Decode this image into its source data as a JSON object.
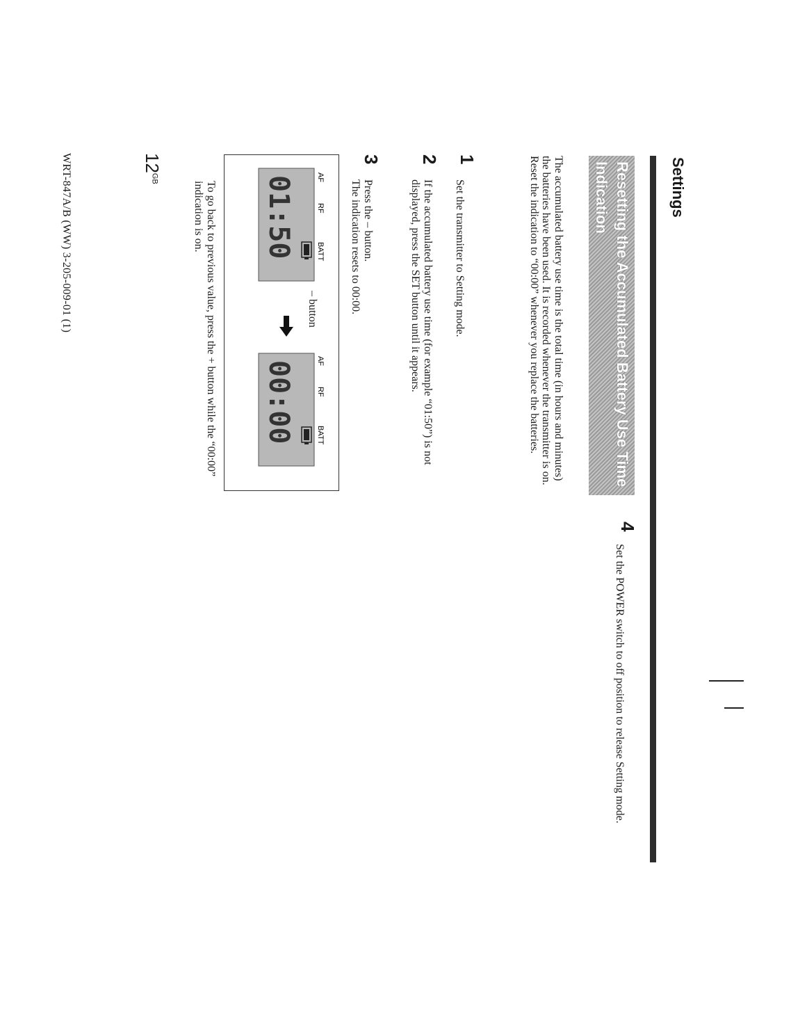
{
  "section": "Settings",
  "heading": "Resetting the Accumulated Battery Use Time Indication",
  "intro": "The accumulated battery use time is the total time (in hours and minutes) the batteries have been used. It is recorded whenever the transmitter is on. Reset the indication to “00:00” whenever you replace the batteries.",
  "steps": [
    {
      "num": "1",
      "text": "Set the transmitter to Setting  mode."
    },
    {
      "num": "2",
      "text": "If the accumulated battery use time (for example “01:50”) is not displayed, press the SET button until it appears."
    },
    {
      "num": "3",
      "text": "Press the – button.",
      "subtext": "The indication resets to 00:00."
    },
    {
      "num": "4",
      "text": "Set the POWER switch to off position to release Setting mode."
    }
  ],
  "figure": {
    "button_label": "– button",
    "before": {
      "labels": [
        "AF",
        "RF",
        "BATT"
      ],
      "digits": "01:50"
    },
    "after": {
      "labels": [
        "AF",
        "RF",
        "BATT"
      ],
      "digits": "00:00"
    }
  },
  "note": "To go back to previous value, press the + button while the “00:00” indication is on.",
  "page_number": "12",
  "page_suffix": "GB",
  "footer": "WRT-847A/B (WW) 3-205-009-01 (1)"
}
